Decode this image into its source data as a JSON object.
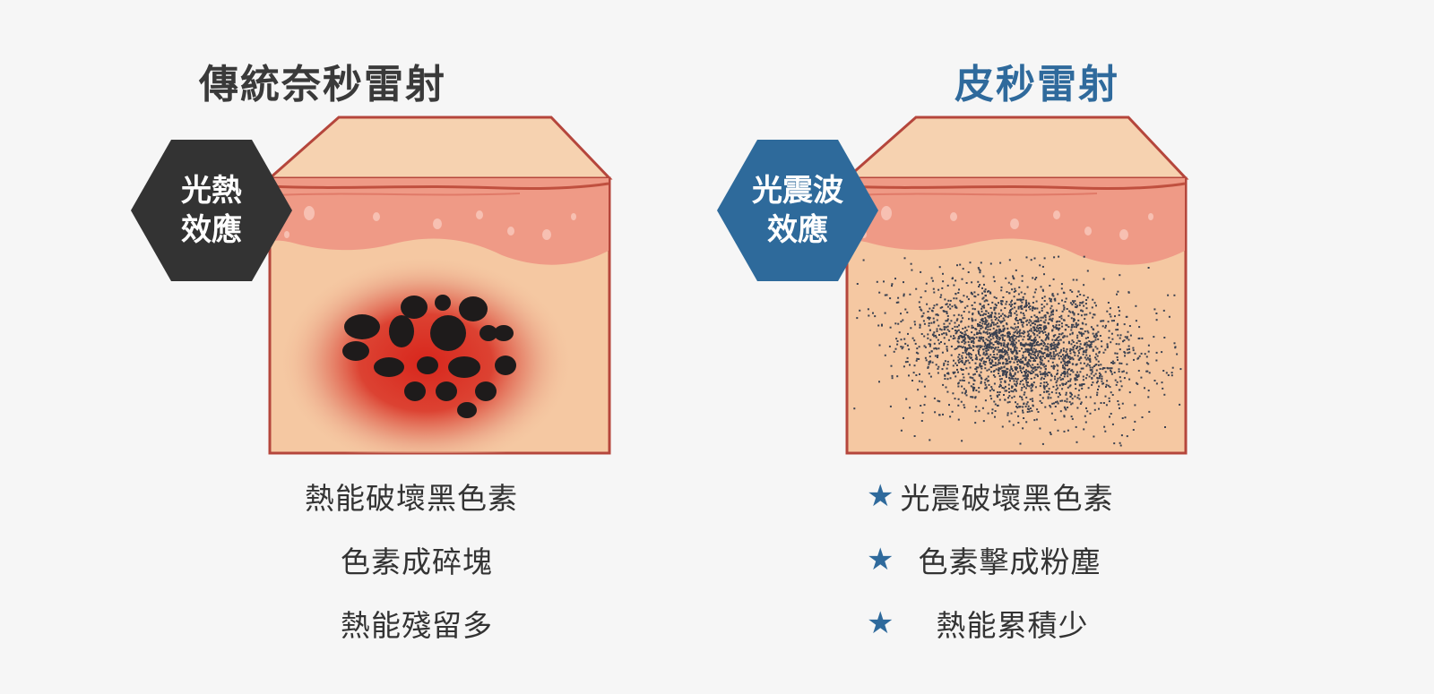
{
  "left": {
    "title": "傳統奈秒雷射",
    "badge_line1": "光熱",
    "badge_line2": "效應",
    "bullets": [
      "熱能破壞黑色素",
      "色素成碎塊",
      "熱能殘留多"
    ]
  },
  "right": {
    "title": "皮秒雷射",
    "badge_line1": "光震波",
    "badge_line2": "效應",
    "bullets": [
      "光震破壞黑色素",
      "色素擊成粉塵",
      "熱能累積少"
    ]
  },
  "colors": {
    "left_title": "#3a3a3a",
    "right_title": "#2f6a9c",
    "left_badge": "#333333",
    "right_badge": "#2e6a9b",
    "skin_top": "#f6ceaa",
    "skin_dermis": "#ef9a86",
    "skin_body": "#f5c8a2",
    "outline": "#b5463c",
    "heat": "#d83a2a",
    "pigment": "#1e1b1b",
    "dust": "#3b4150"
  },
  "icons": {
    "bullet": "star-icon"
  }
}
